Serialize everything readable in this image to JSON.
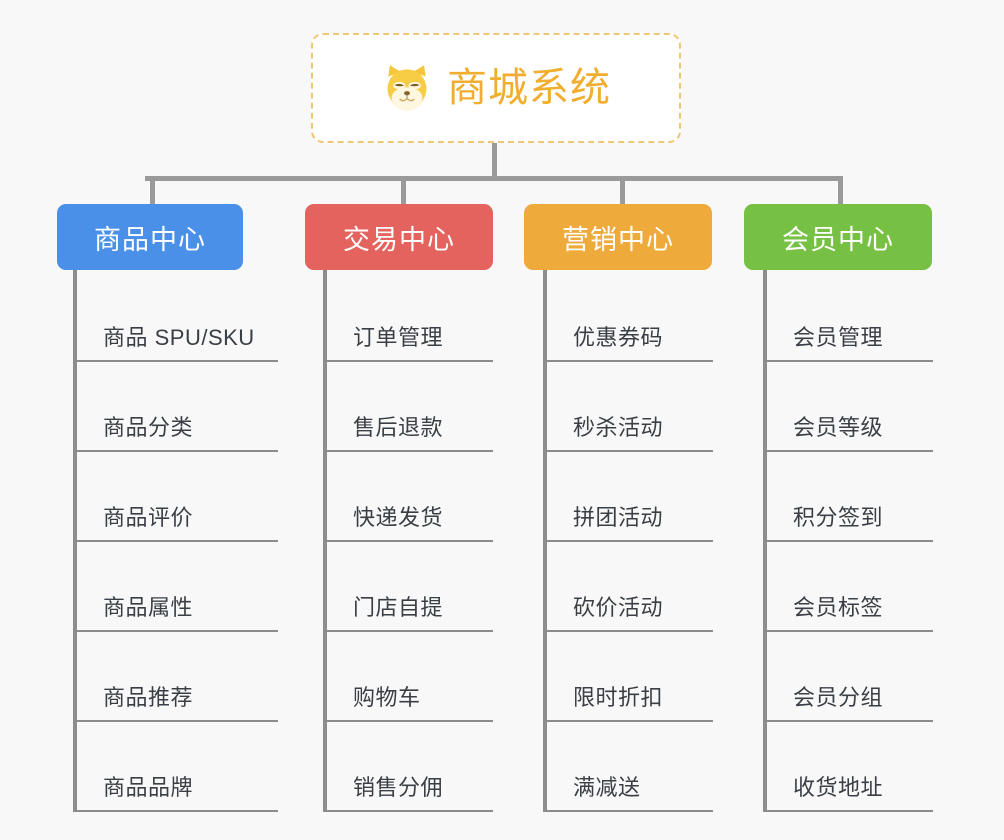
{
  "background_color": "#f8f8f8",
  "root": {
    "icon": "shiba-dog-face-icon",
    "title": "商城系统",
    "title_color": "#f0ad2e",
    "border_color": "#f0c674",
    "fill_color": "#ffffff"
  },
  "connector_color": "#9a9a9a",
  "columns": [
    {
      "id": "product-center",
      "title": "商品中心",
      "color": "#4a90e8",
      "items": [
        "商品 SPU/SKU",
        "商品分类",
        "商品评价",
        "商品属性",
        "商品推荐",
        "商品品牌"
      ]
    },
    {
      "id": "trade-center",
      "title": "交易中心",
      "color": "#e4635e",
      "items": [
        "订单管理",
        "售后退款",
        "快递发货",
        "门店自提",
        "购物车",
        "销售分佣"
      ]
    },
    {
      "id": "marketing-center",
      "title": "营销中心",
      "color": "#eeab3c",
      "items": [
        "优惠券码",
        "秒杀活动",
        "拼团活动",
        "砍价活动",
        "限时折扣",
        "满减送"
      ]
    },
    {
      "id": "member-center",
      "title": "会员中心",
      "color": "#76c043",
      "items": [
        "会员管理",
        "会员等级",
        "积分签到",
        "会员标签",
        "会员分组",
        "收货地址"
      ]
    }
  ]
}
